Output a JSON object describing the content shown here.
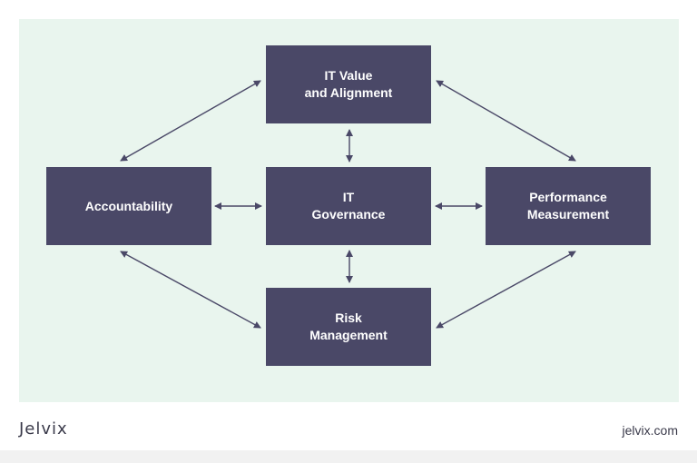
{
  "diagram": {
    "nodes": {
      "top": "IT Value\nand Alignment",
      "center": "IT\nGovernance",
      "left": "Accountability",
      "right": "Performance\nMeasurement",
      "bottom": "Risk\nManagement"
    }
  },
  "footer": {
    "logo": "Jelvix",
    "url": "jelvix.com"
  },
  "colors": {
    "panel_background": "#e9f5ee",
    "box_fill": "#4a4867",
    "box_text": "#ffffff",
    "arrow": "#4a4867"
  }
}
